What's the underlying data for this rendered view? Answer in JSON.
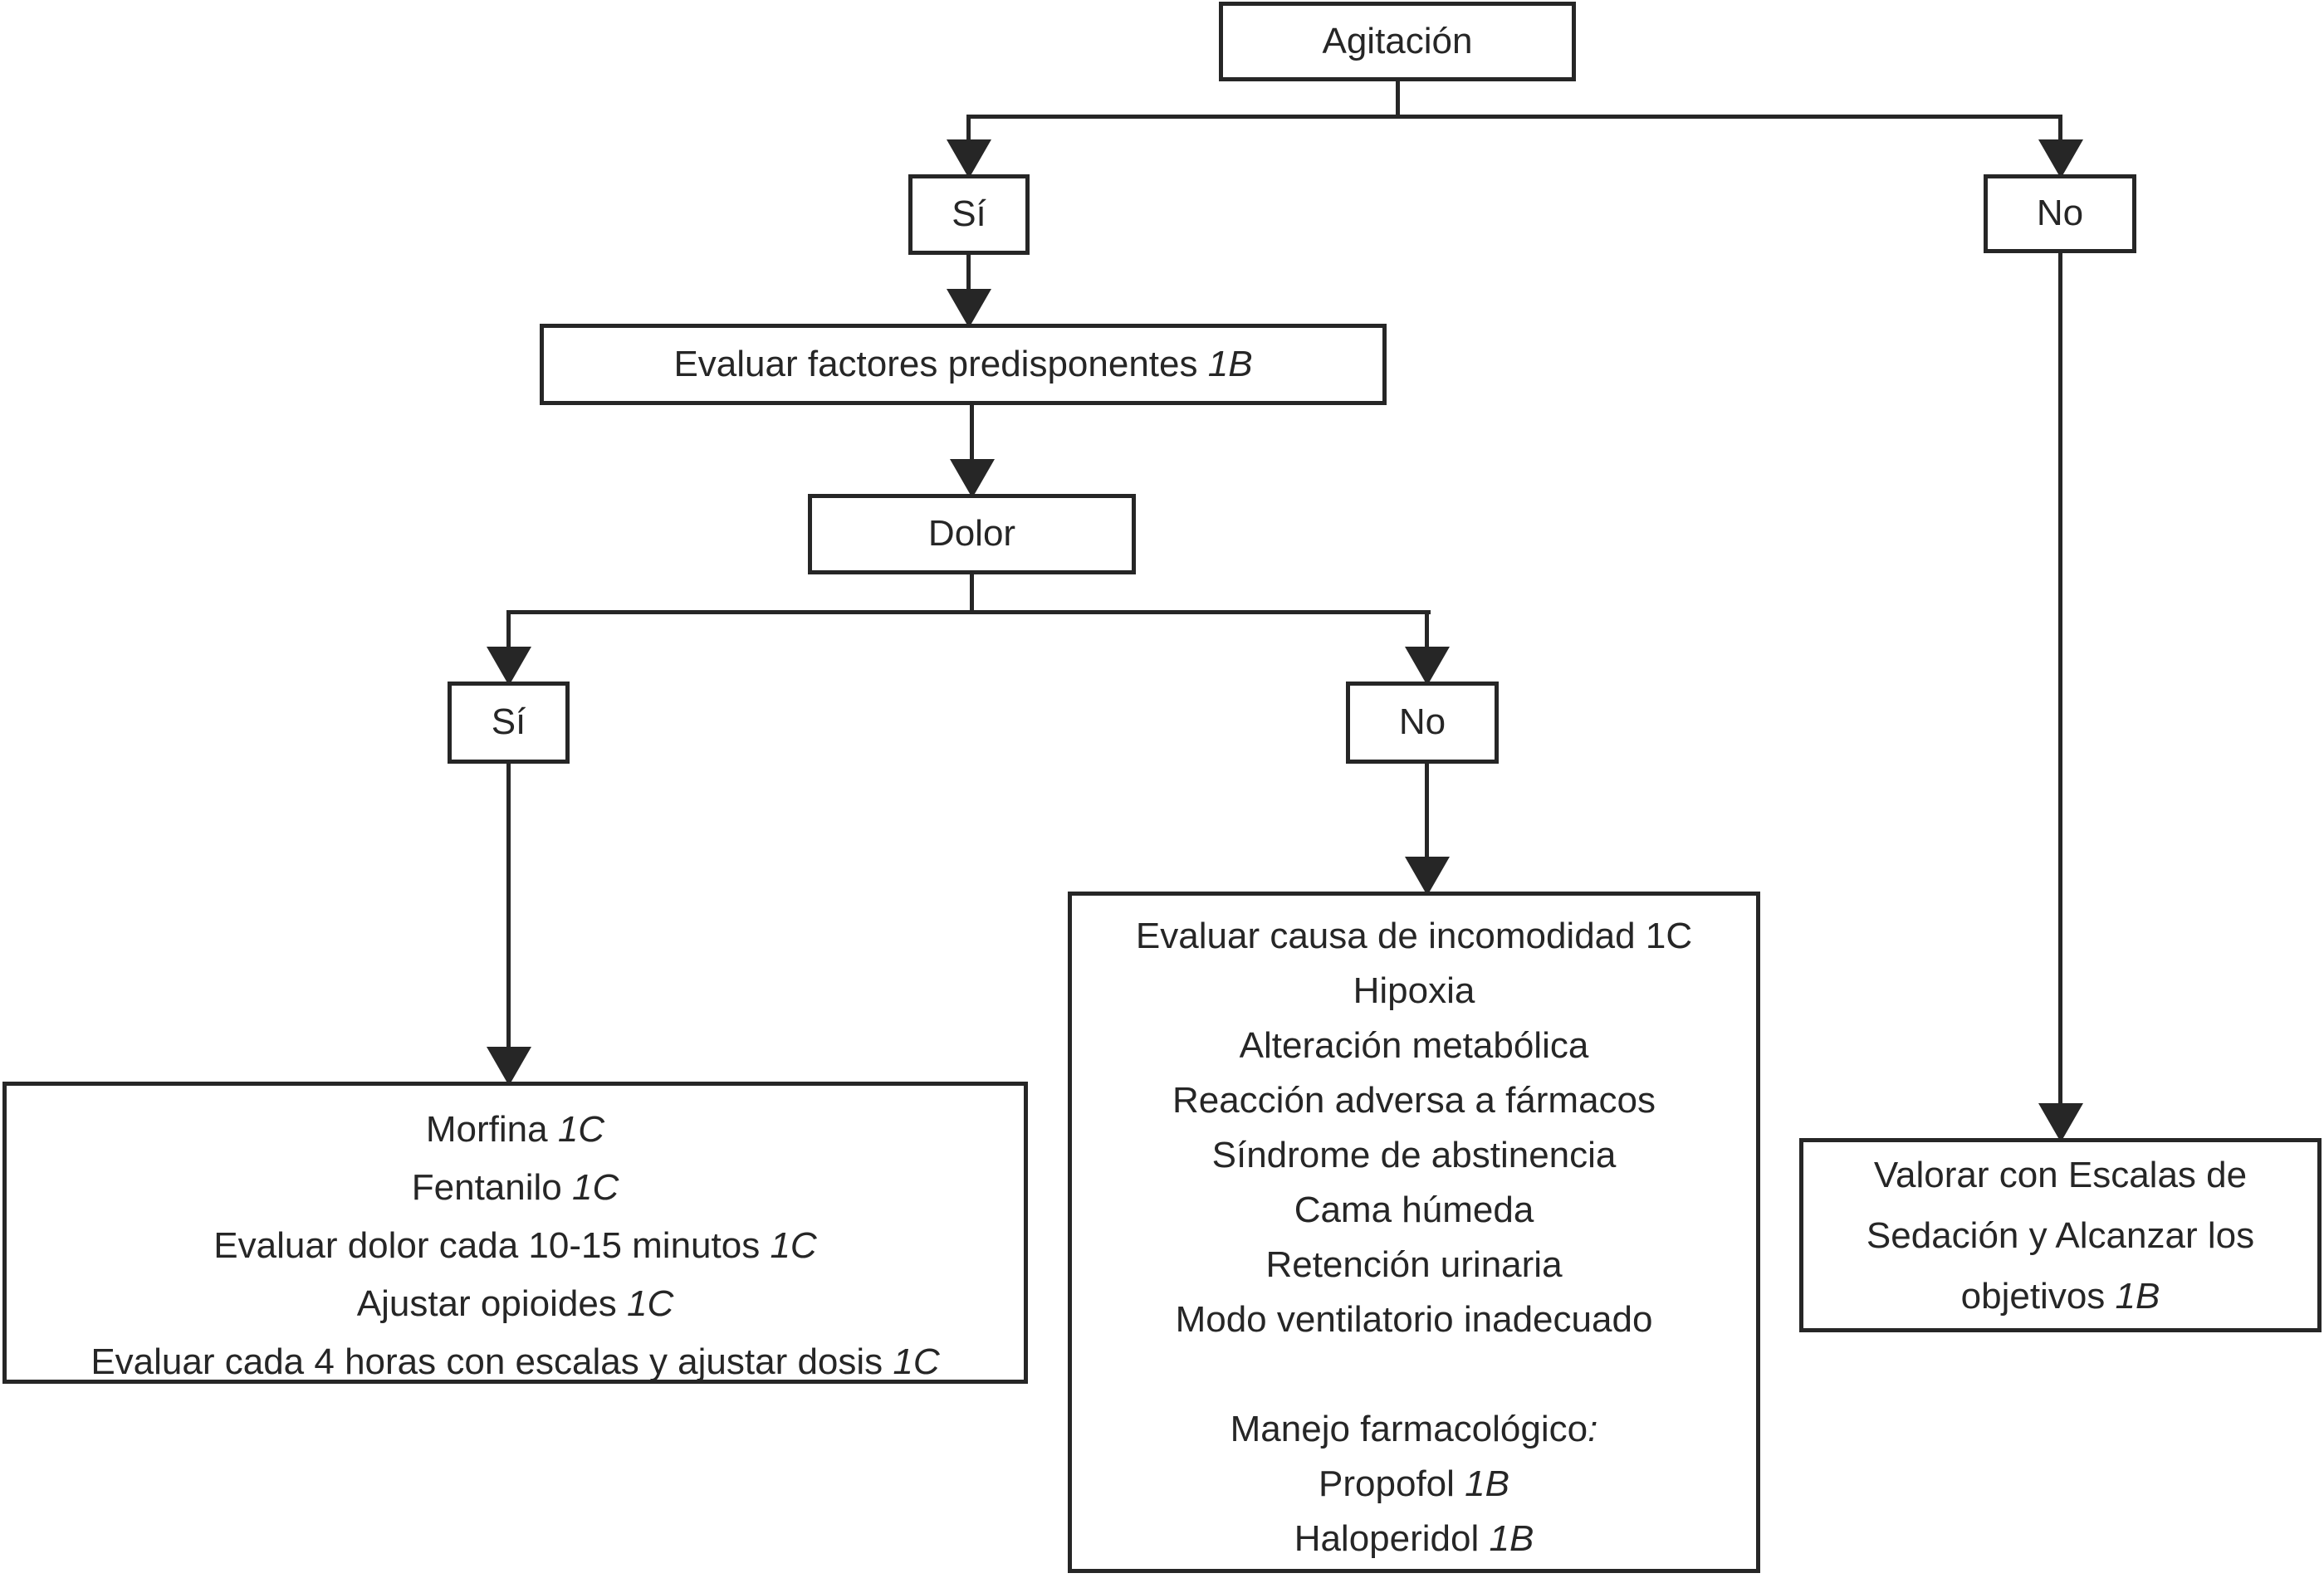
{
  "title": "Agitación management flowchart",
  "colors": {
    "ink": "#262626",
    "background": "#ffffff"
  },
  "nodes": {
    "agitation": {
      "label": "Agitación"
    },
    "branch1_yes": {
      "label": "Sí"
    },
    "branch1_no": {
      "label": "No"
    },
    "eval_factors": {
      "text": "Evaluar factores predisponentes",
      "grade": " 1B"
    },
    "pain": {
      "label": "Dolor"
    },
    "branch2_yes": {
      "label": "Sí"
    },
    "branch2_no": {
      "label": "No"
    },
    "pain_yes_box": {
      "lines": [
        {
          "text": "Morfina",
          "grade": " 1C"
        },
        {
          "text": "Fentanilo",
          "grade": " 1C"
        },
        {
          "text": "Evaluar dolor cada 10-15 minutos",
          "grade": " 1C"
        },
        {
          "text": "Ajustar opioides",
          "grade": " 1C"
        },
        {
          "text": "Evaluar cada 4 horas con escalas y ajustar dosis",
          "grade": " 1C"
        }
      ]
    },
    "pain_no_box": {
      "lines": [
        {
          "text": "Evaluar causa de incomodidad 1C",
          "grade": ""
        },
        {
          "text": "Hipoxia",
          "grade": ""
        },
        {
          "text": "Alteración metabólica",
          "grade": ""
        },
        {
          "text": "Reacción adversa a fármacos",
          "grade": ""
        },
        {
          "text": "Síndrome de abstinencia",
          "grade": ""
        },
        {
          "text": "Cama húmeda",
          "grade": ""
        },
        {
          "text": "Retención urinaria",
          "grade": ""
        },
        {
          "text": "Modo ventilatorio inadecuado",
          "grade": ""
        },
        {
          "text": "",
          "grade": ""
        },
        {
          "text": "Manejo farmacológico",
          "grade": ":"
        },
        {
          "text": "Propofol",
          "grade": " 1B"
        },
        {
          "text": "Haloperidol",
          "grade": " 1B"
        }
      ]
    },
    "no_sedation_box": {
      "lines": [
        {
          "text": "Valorar con Escalas de",
          "grade": ""
        },
        {
          "text": "Sedación y Alcanzar los",
          "grade": ""
        },
        {
          "text": "objetivos",
          "grade": " 1B"
        }
      ]
    }
  }
}
